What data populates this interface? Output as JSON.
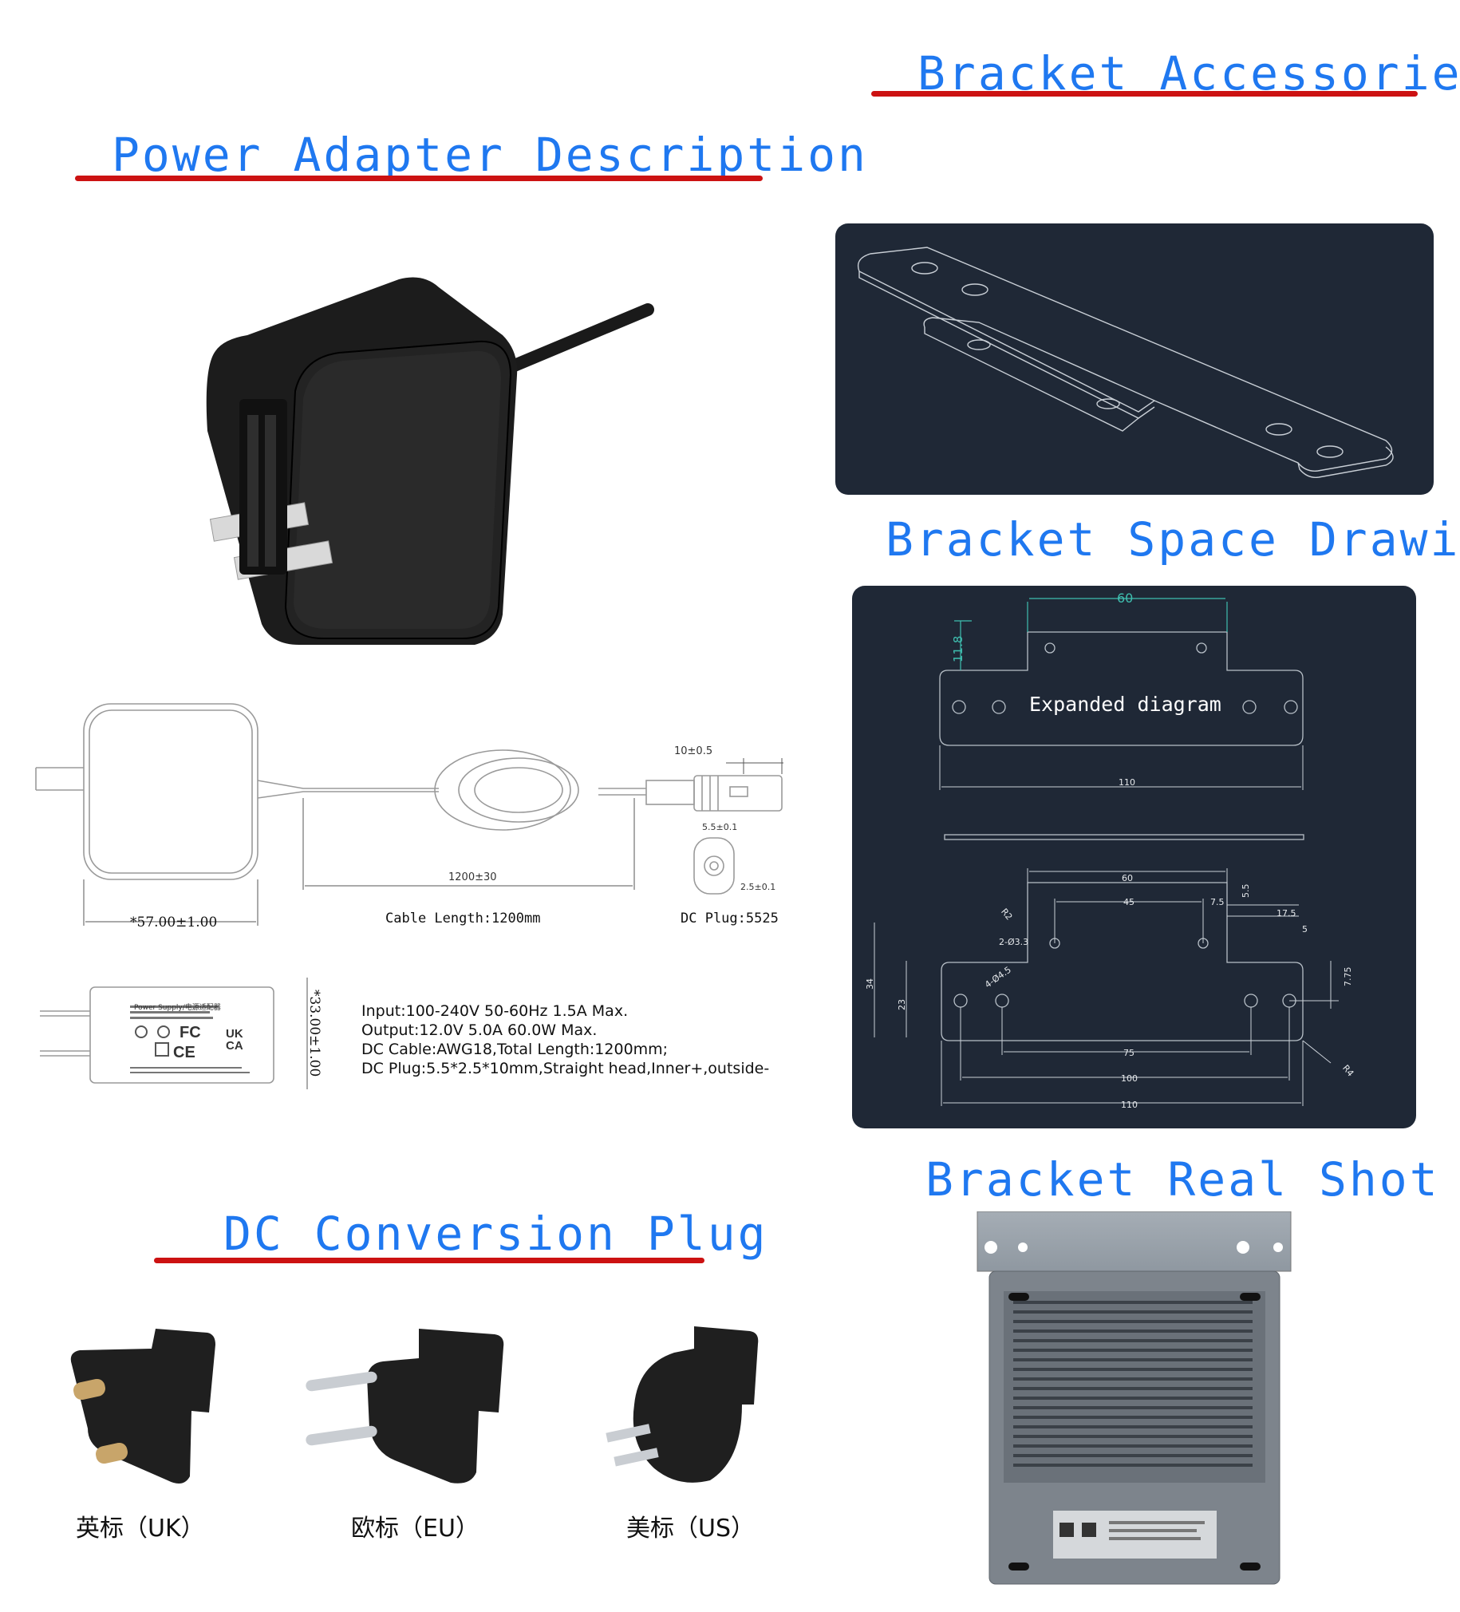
{
  "headings": {
    "power_adapter": "Power Adapter Description",
    "bracket_accessories": "Bracket Accessories",
    "bracket_space_drawing": "Bracket Space Drawing",
    "bracket_real_shot": "Bracket Real Shot",
    "dc_conversion_plug": "DC Conversion Plug"
  },
  "adapter_drawing": {
    "dc_tip_length": "10±0.5",
    "cable_dim": "1200±30",
    "cable_length": "Cable Length:1200mm",
    "width_dim": "*57.00±1.00",
    "dc_plug": "DC Plug:5525",
    "plug_outer": "5.5±0.1",
    "plug_inner": "2.5±0.1",
    "depth_dim": "*33.00±1.00",
    "label_title": "Power Supply/电源适配器"
  },
  "specs": [
    "Input:100-240V 50-60Hz 1.5A Max.",
    "Output:12.0V 5.0A 60.0W Max.",
    "DC Cable:AWG18,Total Length:1200mm;",
    "DC Plug:5.5*2.5*10mm,Straight head,Inner+,outside-"
  ],
  "bracket_drawing": {
    "expanded_label": "Expanded diagram",
    "dim_top_width": "60",
    "dim_top_height": "11.8",
    "dim_total": "110",
    "dims": {
      "d60": "60",
      "d45": "45",
      "d7_5": "7.5",
      "d5_5": "5.5",
      "d17_5": "17.5",
      "d5": "5",
      "r2": "R2",
      "hole2": "2-Ø3.3",
      "hole4": "4-Ø4.5",
      "d34": "34",
      "d23": "23",
      "d75": "75",
      "d100": "100",
      "d110": "110",
      "r4": "R4",
      "d7_75": "7.75"
    }
  },
  "plugs": [
    {
      "label": "英标（UK）"
    },
    {
      "label": "欧标（EU）"
    },
    {
      "label": "美标（US）"
    }
  ],
  "colors": {
    "heading": "#1f78f0",
    "underline": "#cc1212",
    "panel": "#1f2836",
    "cad_line": "#9aa3ad",
    "dim_teal": "#3fbfb0"
  }
}
